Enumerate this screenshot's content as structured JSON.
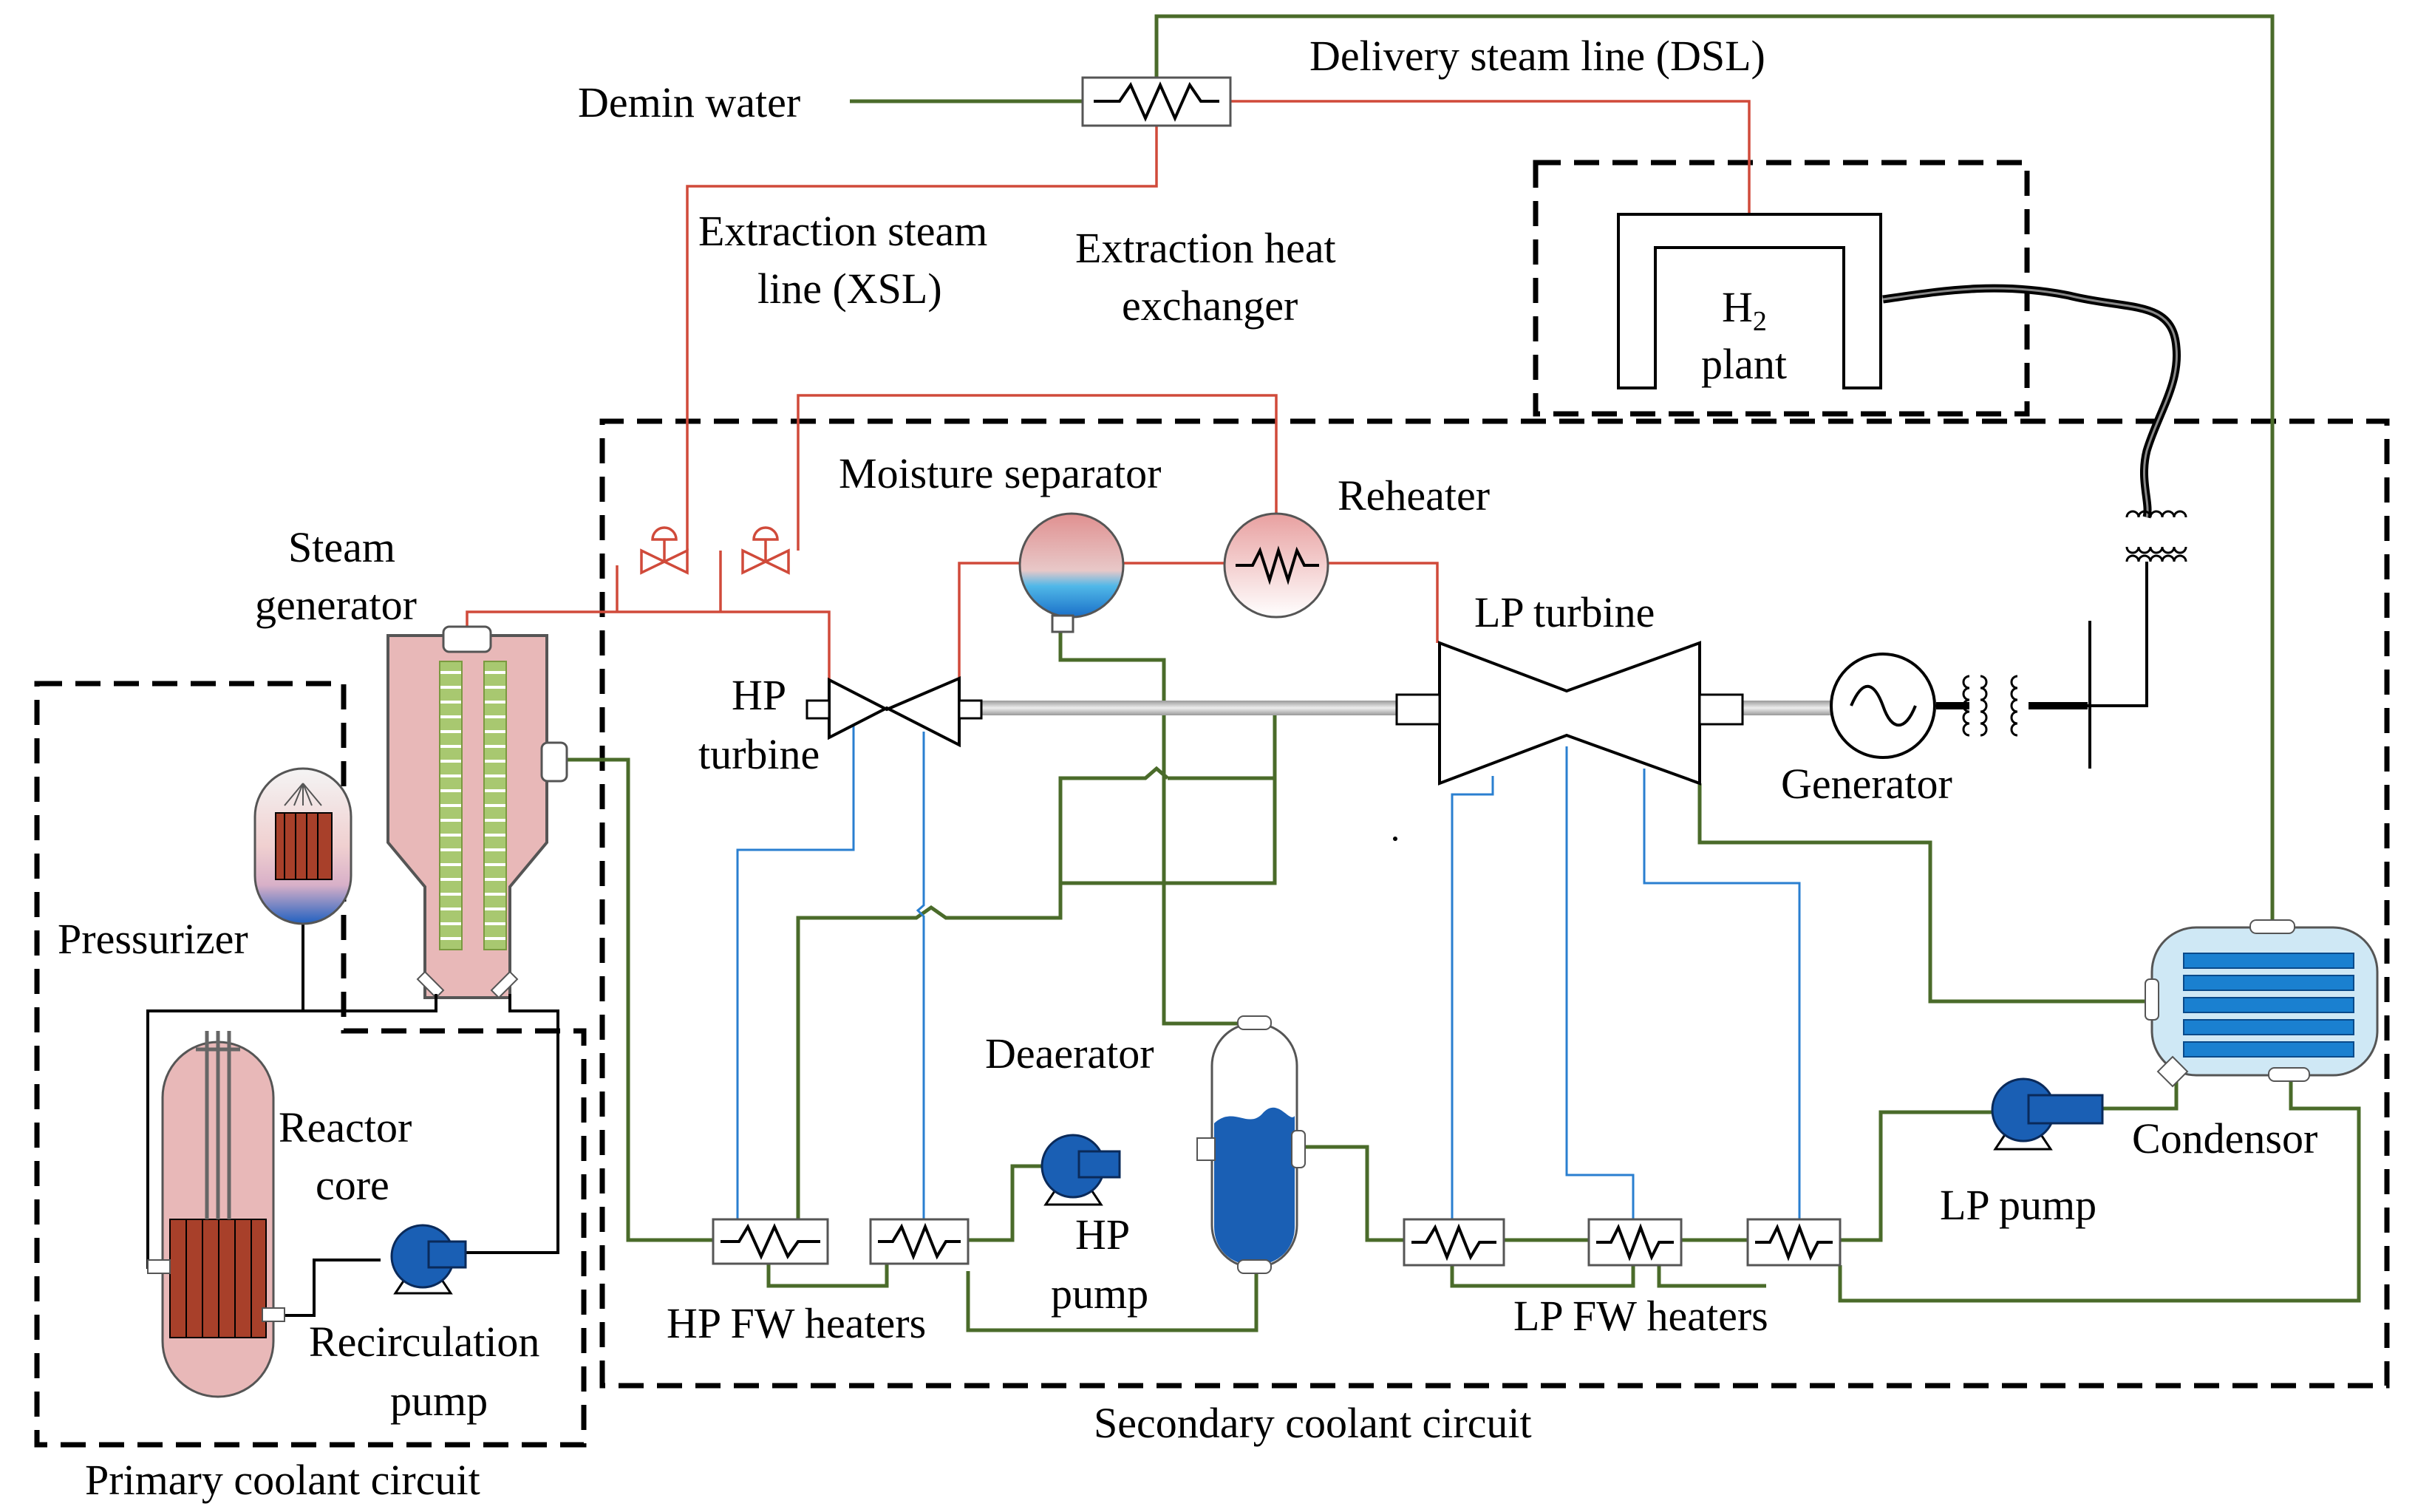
{
  "labels": {
    "demin_water": "Demin water",
    "dsl": "Delivery steam line (DSL)",
    "xsl_1": "Extraction steam",
    "xsl_2": "line (XSL)",
    "xhx_1": "Extraction heat",
    "xhx_2": "exchanger",
    "h2_main": "H",
    "h2_sub": "2",
    "h2_plant": "plant",
    "moisture_separator": "Moisture separator",
    "reheater": "Reheater",
    "steam_1": "Steam",
    "steam_2": "generator",
    "lp_turbine": "LP turbine",
    "hp_1": "HP",
    "hp_2": "turbine",
    "generator": "Generator",
    "pressurizer": "Pressurizer",
    "deaerator": "Deaerator",
    "reactor_1": "Reactor",
    "reactor_2": "core",
    "condensor": "Condensor",
    "lp_pump": "LP pump",
    "hp_pump_1": "HP",
    "hp_pump_2": "pump",
    "recirc_1": "Recirculation",
    "recirc_2": "pump",
    "hp_fw": "HP FW heaters",
    "lp_fw": "LP FW heaters",
    "secondary": "Secondary coolant circuit",
    "primary": "Primary coolant circuit"
  },
  "colors": {
    "water_pipe": "#4a6b2a",
    "steam_pipe": "#d04a3a",
    "bleed_pipe": "#2a7fd0",
    "electric_line": "#000000",
    "vessel_fill": "#e8b8b8",
    "pump_fill": "#1a5fb4",
    "condenser_fill": "#cfe8f5",
    "tube_fill": "#1a80d0",
    "core_fill": "#a8402a",
    "sg_tube_fill": "#a8c870"
  }
}
